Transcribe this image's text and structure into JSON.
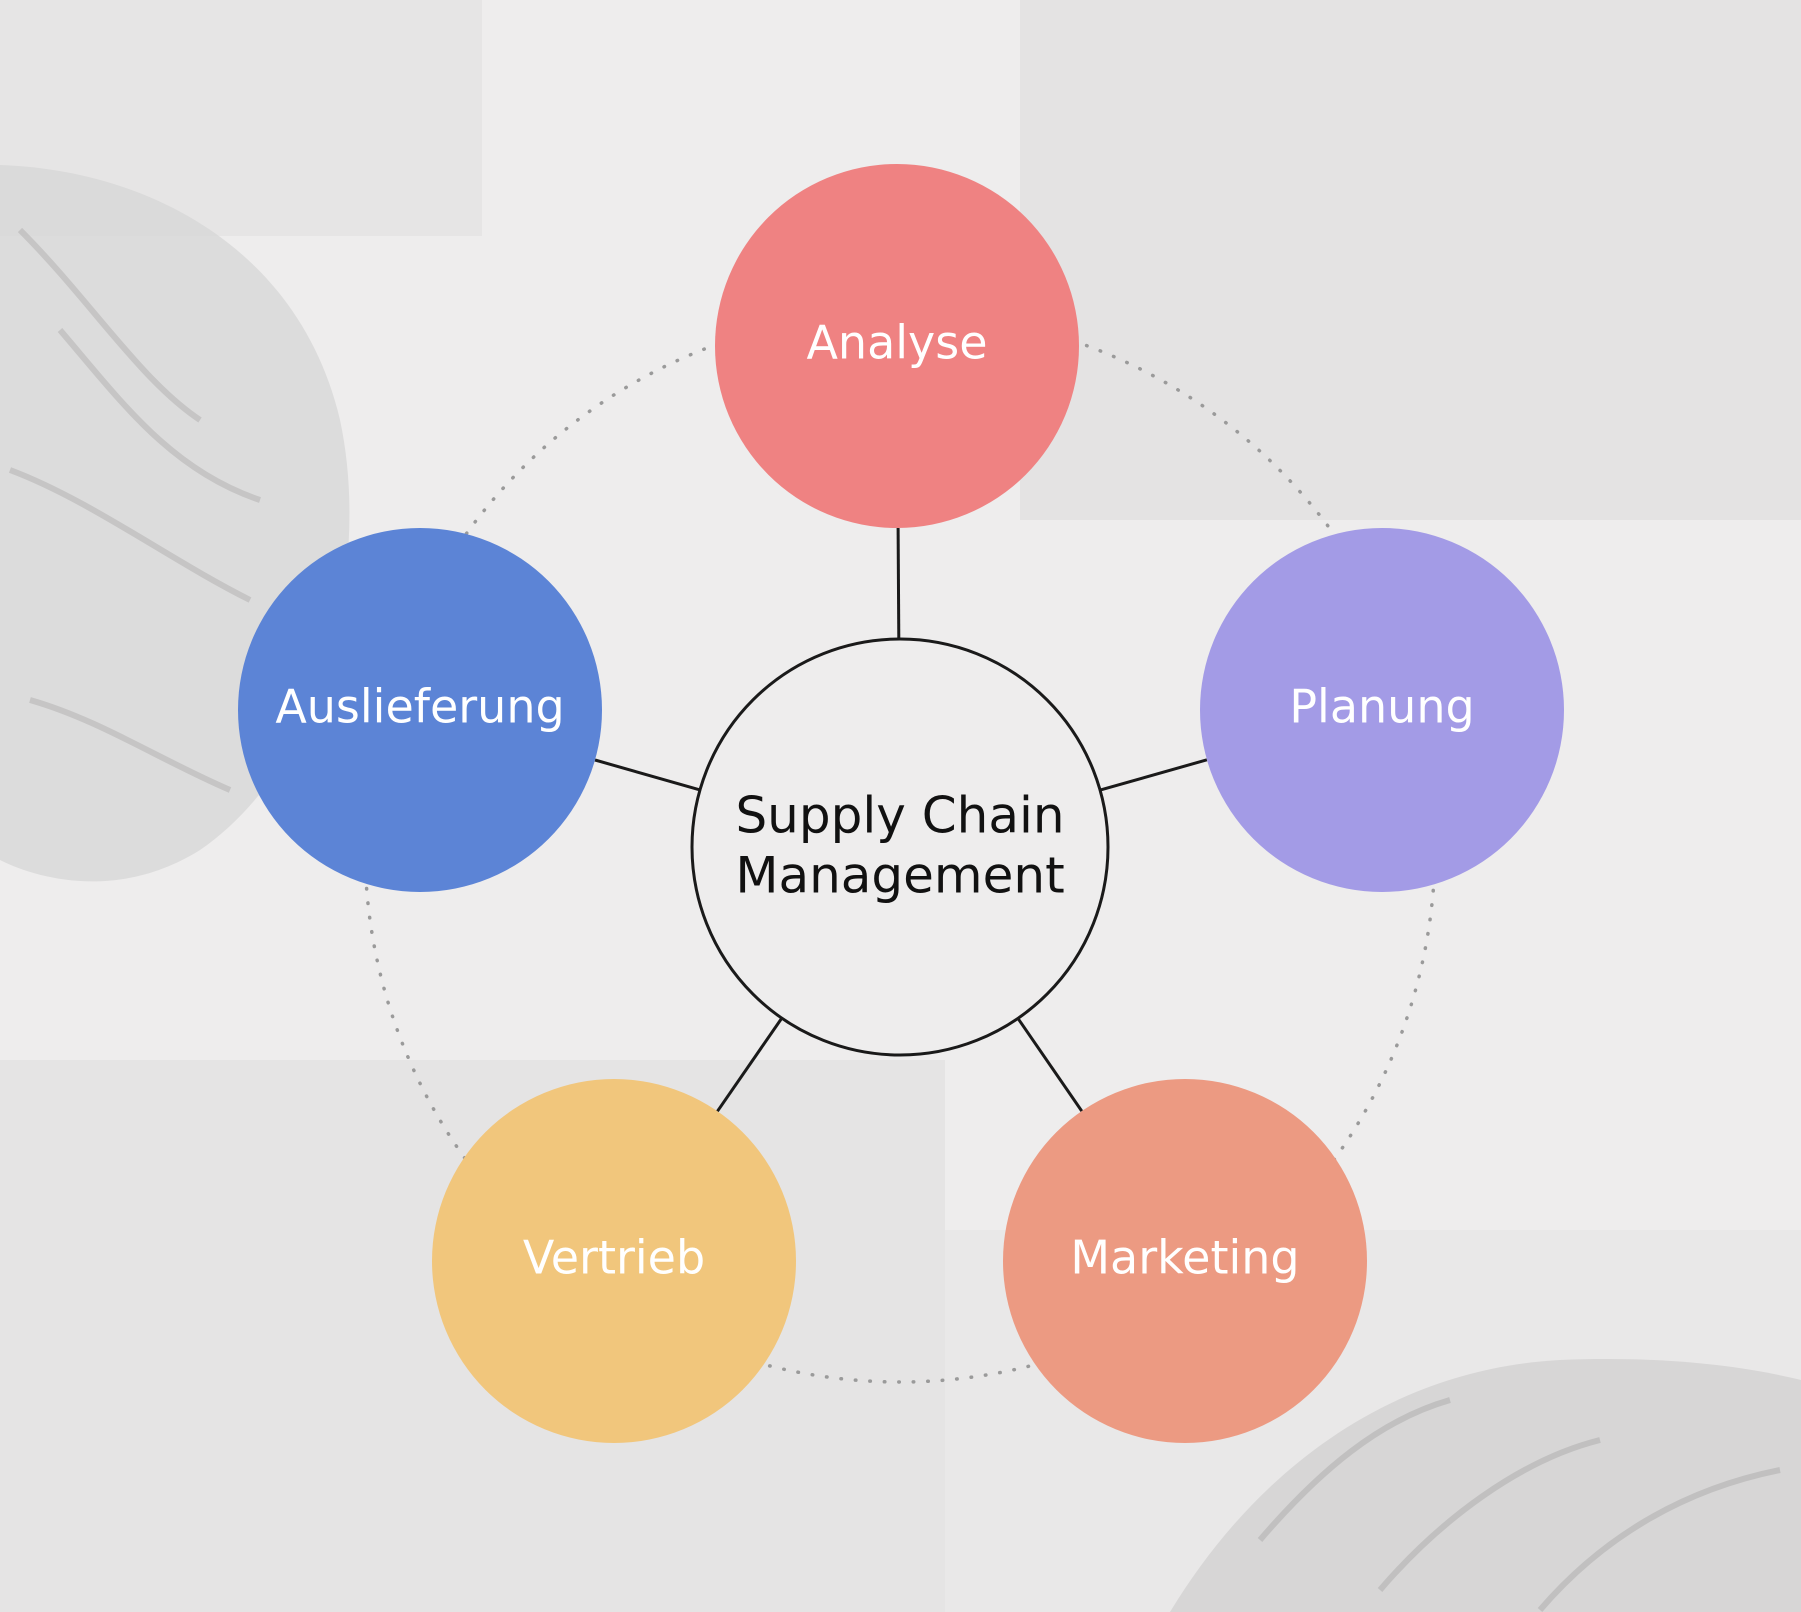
{
  "center": {
    "line1": "Supply Chain",
    "line2": "Management"
  },
  "nodes": [
    {
      "id": "analyse",
      "label": "Analyse",
      "color": "#ef8282"
    },
    {
      "id": "planung",
      "label": "Planung",
      "color": "#a39be6"
    },
    {
      "id": "marketing",
      "label": "Marketing",
      "color": "#ec9a82"
    },
    {
      "id": "vertrieb",
      "label": "Vertrieb",
      "color": "#f1c67c"
    },
    {
      "id": "auslieferung",
      "label": "Auslieferung",
      "color": "#5c84d6"
    }
  ],
  "colors": {
    "background": "#eeeded",
    "line": "#1a1a1a",
    "dotted_ring": "#9a9a9a"
  }
}
